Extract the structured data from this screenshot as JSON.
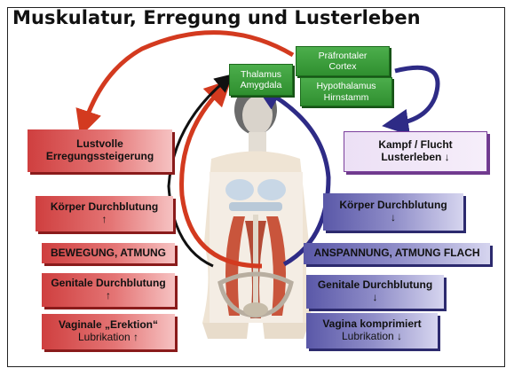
{
  "title": "Muskulatur, Erregung und Lusterleben",
  "brain": {
    "thalamus_line1": "Thalamus",
    "thalamus_line2": "Amygdala",
    "cortex_line1": "Präfrontaler",
    "cortex_line2": "Cortex",
    "hypo_line1": "Hypothalamus",
    "hypo_line2": "Hirnstamm"
  },
  "left": {
    "lust_line1": "Lustvolle",
    "lust_line2": "Erregungssteigerung",
    "koerper": "Körper Durchblutung",
    "koerper_arrow": "↑",
    "bewegung": "BEWEGUNG, ATMUNG",
    "genitale": "Genitale Durchblutung",
    "genitale_arrow": "↑",
    "vaginal": "Vaginale „Erektion“",
    "lubrikation": "Lubrikation",
    "lubrikation_arrow": "↑"
  },
  "right": {
    "kampf_line1": "Kampf / Flucht",
    "kampf_line2": "Lusterleben",
    "kampf_arrow": "↓",
    "koerper": "Körper Durchblutung",
    "koerper_arrow": "↓",
    "anspannung": "ANSPANNUNG, ATMUNG FLACH",
    "genitale": "Genitale Durchblutung",
    "genitale_arrow": "↓",
    "vagina": "Vagina komprimiert",
    "lubrikation": "Lubrikation",
    "lubrikation_arrow": "↓"
  },
  "colors": {
    "red": "#cf3f3f",
    "blue": "#5a58a8",
    "green": "#2f8f2f",
    "violet": "#7b3f9c"
  }
}
